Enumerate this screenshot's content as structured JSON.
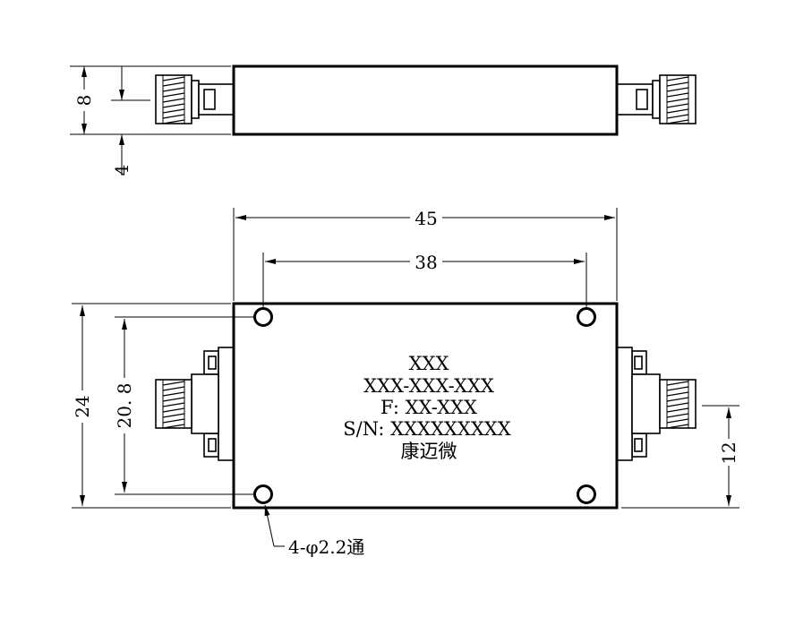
{
  "side_view": {
    "dims": {
      "height": "8",
      "offset": "4"
    }
  },
  "top_view": {
    "dims": {
      "length": "45",
      "hole_spacing_x": "38",
      "width": "24",
      "hole_spacing_y": "20. 8",
      "connector_height": "12"
    },
    "label": {
      "line1": "XXX",
      "line2": "XXX-XXX-XXX",
      "line3": "F: XX-XXX",
      "line4": "S/N: XXXXXXXXX",
      "line5": "康迈微"
    },
    "hole_note": "4-φ2.2通"
  }
}
